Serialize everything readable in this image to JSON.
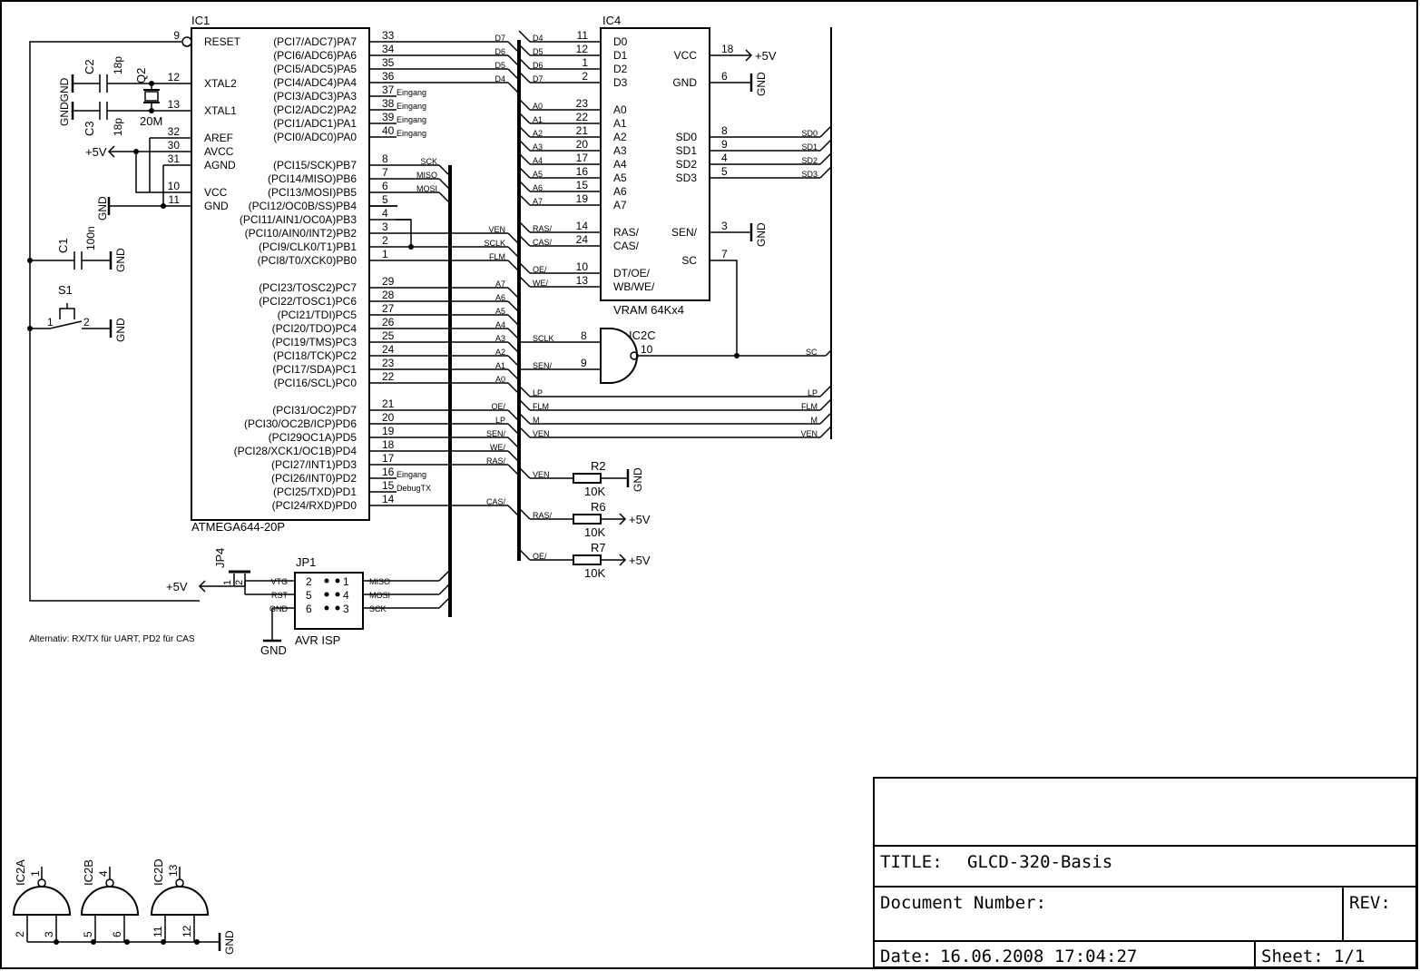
{
  "ic1": {
    "ref": "IC1",
    "part": "ATMEGA644-20P",
    "left_pins": [
      {
        "num": "9",
        "name": "RESET"
      },
      {
        "num": "12",
        "name": "XTAL2"
      },
      {
        "num": "13",
        "name": "XTAL1"
      },
      {
        "num": "32",
        "name": "AREF"
      },
      {
        "num": "30",
        "name": "AVCC"
      },
      {
        "num": "31",
        "name": "AGND"
      },
      {
        "num": "10",
        "name": "VCC"
      },
      {
        "num": "11",
        "name": "GND"
      }
    ],
    "right_pins": [
      {
        "num": "33",
        "name": "(PCI7/ADC7)PA7",
        "label": "D7"
      },
      {
        "num": "34",
        "name": "(PCI6/ADC6)PA6",
        "label": "D6"
      },
      {
        "num": "35",
        "name": "(PCI5/ADC5)PA5",
        "label": "D5"
      },
      {
        "num": "36",
        "name": "(PCI4/ADC4)PA4",
        "label": "D4"
      },
      {
        "num": "37",
        "name": "(PCI3/ADC3)PA3",
        "label": "Eingang"
      },
      {
        "num": "38",
        "name": "(PCI2/ADC2)PA2",
        "label": "Eingang"
      },
      {
        "num": "39",
        "name": "(PCI1/ADC1)PA1",
        "label": "Eingang"
      },
      {
        "num": "40",
        "name": "(PCI0/ADC0)PA0",
        "label": "Eingang"
      },
      {
        "num": "8",
        "name": "(PCI15/SCK)PB7",
        "label": "SCK"
      },
      {
        "num": "7",
        "name": "(PCI14/MISO)PB6",
        "label": "MISO"
      },
      {
        "num": "6",
        "name": "(PCI13/MOSI)PB5",
        "label": "MOSI"
      },
      {
        "num": "5",
        "name": "(PCI12/OC0B/SS)PB4",
        "label": ""
      },
      {
        "num": "4",
        "name": "(PCI11/AIN1/OC0A)PB3",
        "label": ""
      },
      {
        "num": "3",
        "name": "(PCI10/AIN0/INT2)PB2",
        "label": "VEN"
      },
      {
        "num": "2",
        "name": "(PCI9/CLK0/T1)PB1",
        "label": "SCLK"
      },
      {
        "num": "1",
        "name": "(PCI8/T0/XCK0)PB0",
        "label": "FLM"
      },
      {
        "num": "29",
        "name": "(PCI23/TOSC2)PC7",
        "label": "A7"
      },
      {
        "num": "28",
        "name": "(PCI22/TOSC1)PC6",
        "label": "A6"
      },
      {
        "num": "27",
        "name": "(PCI21/TDI)PC5",
        "label": "A5"
      },
      {
        "num": "26",
        "name": "(PCI20/TDO)PC4",
        "label": "A4"
      },
      {
        "num": "25",
        "name": "(PCI19/TMS)PC3",
        "label": "A3"
      },
      {
        "num": "24",
        "name": "(PCI18/TCK)PC2",
        "label": "A2"
      },
      {
        "num": "23",
        "name": "(PCI17/SDA)PC1",
        "label": "A1"
      },
      {
        "num": "22",
        "name": "(PCI16/SCL)PC0",
        "label": "A0"
      },
      {
        "num": "21",
        "name": "(PCI31/OC2)PD7",
        "label": "OE/"
      },
      {
        "num": "20",
        "name": "(PCI30/OC2B/ICP)PD6",
        "label": "LP"
      },
      {
        "num": "19",
        "name": "(PCI29OC1A)PD5",
        "label": "SEN/"
      },
      {
        "num": "18",
        "name": "(PCI28/XCK1/OC1B)PD4",
        "label": "WE/"
      },
      {
        "num": "17",
        "name": "(PCI27/INT1)PD3",
        "label": "RAS/"
      },
      {
        "num": "16",
        "name": "(PCI26/INT0)PD2",
        "label": "Eingang"
      },
      {
        "num": "15",
        "name": "(PCI25/TXD)PD1",
        "label": "DebugTX"
      },
      {
        "num": "14",
        "name": "(PCI24/RXD)PD0",
        "label": "CAS/"
      }
    ]
  },
  "ic4": {
    "ref": "IC4",
    "part": "VRAM 64Kx4",
    "left_pins": [
      {
        "num": "11",
        "name": "D0",
        "label": "D4"
      },
      {
        "num": "12",
        "name": "D1",
        "label": "D5"
      },
      {
        "num": "1",
        "name": "D2",
        "label": "D6"
      },
      {
        "num": "2",
        "name": "D3",
        "label": "D7"
      },
      {
        "num": "23",
        "name": "A0",
        "label": "A0"
      },
      {
        "num": "22",
        "name": "A1",
        "label": "A1"
      },
      {
        "num": "21",
        "name": "A2",
        "label": "A2"
      },
      {
        "num": "20",
        "name": "A3",
        "label": "A3"
      },
      {
        "num": "17",
        "name": "A4",
        "label": "A4"
      },
      {
        "num": "16",
        "name": "A5",
        "label": "A5"
      },
      {
        "num": "15",
        "name": "A6",
        "label": "A6"
      },
      {
        "num": "19",
        "name": "A7",
        "label": "A7"
      },
      {
        "num": "14",
        "name": "RAS/",
        "label": "RAS/"
      },
      {
        "num": "24",
        "name": "CAS/",
        "label": "CAS/"
      },
      {
        "num": "10",
        "name": "DT/OE/",
        "label": "OE/"
      },
      {
        "num": "13",
        "name": "WB/WE/",
        "label": "WE/"
      }
    ],
    "right_pins": [
      {
        "num": "18",
        "name": "VCC"
      },
      {
        "num": "6",
        "name": "GND"
      },
      {
        "num": "8",
        "name": "SD0",
        "label": "SD0"
      },
      {
        "num": "9",
        "name": "SD1",
        "label": "SD1"
      },
      {
        "num": "4",
        "name": "SD2",
        "label": "SD2"
      },
      {
        "num": "5",
        "name": "SD3",
        "label": "SD3"
      },
      {
        "num": "3",
        "name": "SEN/"
      },
      {
        "num": "7",
        "name": "SC"
      }
    ]
  },
  "ic2c": {
    "ref": "IC2C",
    "in1": "8",
    "in2": "9",
    "out": "10",
    "in1_label": "SCLK",
    "in2_label": "SEN/",
    "out_label": "SC"
  },
  "lcd_bus_labels": [
    "LP",
    "FLM",
    "M",
    "VEN"
  ],
  "resistors": [
    {
      "ref": "R2",
      "value": "10K",
      "net": "VEN",
      "to": "GND"
    },
    {
      "ref": "R6",
      "value": "10K",
      "net": "RAS/",
      "to": "+5V"
    },
    {
      "ref": "R7",
      "value": "10K",
      "net": "OE/",
      "to": "+5V"
    }
  ],
  "caps": [
    {
      "ref": "C2",
      "value": "18p"
    },
    {
      "ref": "C3",
      "value": "18p"
    },
    {
      "ref": "C1",
      "value": "100n"
    }
  ],
  "crystal": {
    "ref": "Q2",
    "value": "20M"
  },
  "switch": {
    "ref": "S1",
    "pin1": "1",
    "pin2": "2"
  },
  "jp4": {
    "ref": "JP4",
    "pin1": "1",
    "pin2": "2"
  },
  "jp1": {
    "ref": "JP1",
    "name": "AVR ISP",
    "rows": [
      {
        "left_net": "VTG",
        "left_pin": "2",
        "right_pin": "1",
        "right_net": "MISO"
      },
      {
        "left_net": "RST",
        "left_pin": "5",
        "right_pin": "4",
        "right_net": "MOSI"
      },
      {
        "left_net": "GND",
        "left_pin": "6",
        "right_pin": "3",
        "right_net": "SCK"
      }
    ]
  },
  "gates": [
    {
      "ref": "IC2A",
      "top": "1",
      "in1": "2",
      "in2": "3"
    },
    {
      "ref": "IC2B",
      "top": "4",
      "in1": "5",
      "in2": "6"
    },
    {
      "ref": "IC2D",
      "top": "13",
      "in1": "11",
      "in2": "12"
    }
  ],
  "power": {
    "vcc": "+5V",
    "gnd": "GND"
  },
  "gndgnd": "GNDGND",
  "note": "Alternativ: RX/TX für UART, PD2 für CAS",
  "title_block": {
    "title_label": "TITLE:",
    "title": "GLCD-320-Basis",
    "docnum_label": "Document Number:",
    "rev_label": "REV:",
    "date_label": "Date:",
    "date": "16.06.2008 17:04:27",
    "sheet_label": "Sheet:",
    "sheet": "1/1"
  }
}
